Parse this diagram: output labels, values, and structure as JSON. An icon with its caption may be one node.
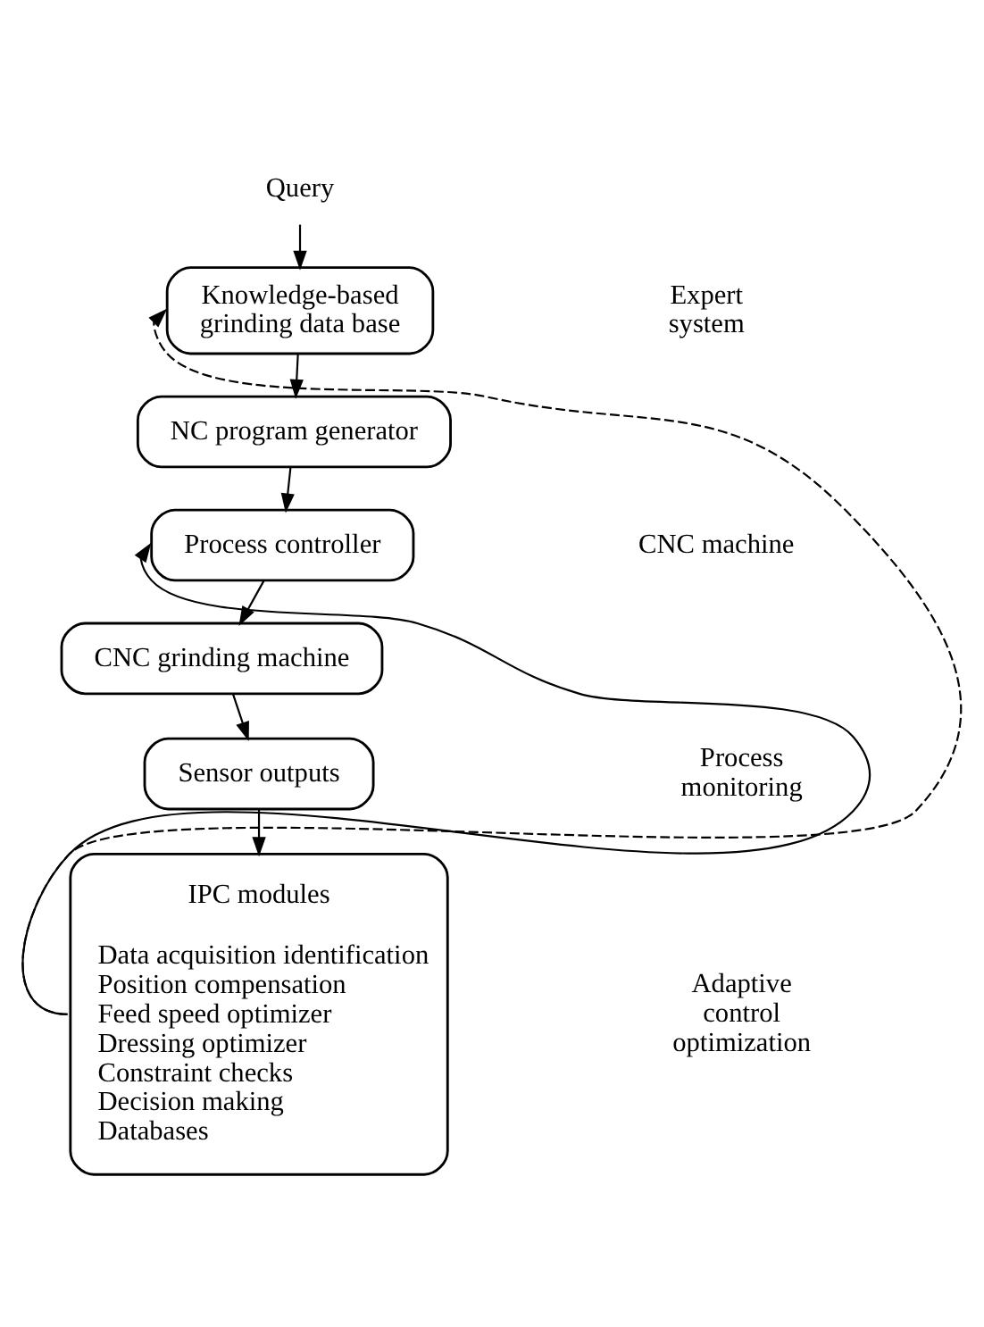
{
  "diagram": {
    "nodes": [
      {
        "text": [
          "Query"
        ]
      },
      {
        "text": [
          "Knowledge-based grinding data base"
        ]
      },
      {
        "text": [
          "NC program generator"
        ]
      },
      {
        "text": [
          "Process controller"
        ]
      },
      {
        "text": [
          "CNC grinding machine"
        ]
      },
      {
        "text": [
          "Sensor outputs"
        ]
      },
      {
        "text": [
          "IPC modules",
          "Data acquisition identification",
          "Position compensation",
          "Feed speed optimizer",
          "Dressing optimizer",
          "Constraint checks",
          "Decision making",
          "Databases"
        ]
      }
    ],
    "edges": [
      {
        "from": 0,
        "to": 1,
        "arrow": "to"
      },
      {
        "from": 1,
        "to": 2,
        "arrow": "to"
      },
      {
        "from": 2,
        "to": 3,
        "arrow": "to"
      },
      {
        "from": 3,
        "to": 4,
        "arrow": "to"
      },
      {
        "from": 4,
        "to": 5,
        "arrow": "to"
      },
      {
        "from": 5,
        "to": 6,
        "arrow": "to"
      },
      {
        "from": 6,
        "to": 3,
        "arrow": "to"
      },
      {
        "from": 6,
        "to": 1,
        "arrow": "to",
        "style": "dashed"
      }
    ],
    "labels": [
      "Expert system",
      "CNC machine",
      "Process monitoring",
      "Adaptive control optimization"
    ]
  }
}
